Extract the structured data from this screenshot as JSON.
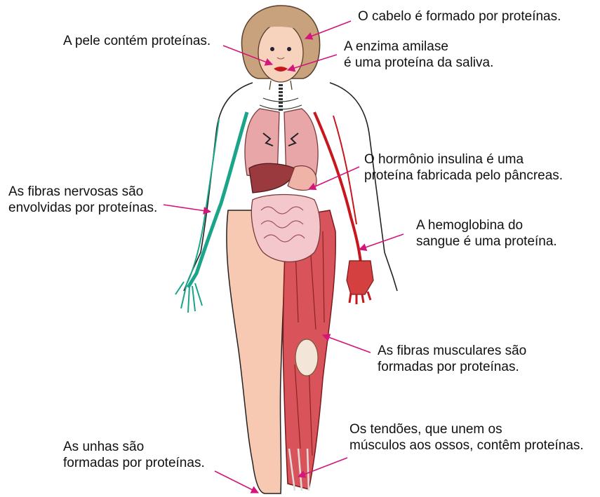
{
  "labels": {
    "hair": {
      "lines": [
        "O cabelo é formado por proteínas."
      ]
    },
    "skin": {
      "lines": [
        "A pele contém proteínas."
      ]
    },
    "amylase": {
      "lines": [
        "A enzima amilase",
        "é uma proteína da saliva."
      ]
    },
    "insulin": {
      "lines": [
        "O hormônio insulina é uma",
        "proteína fabricada pelo pâncreas."
      ]
    },
    "nerves": {
      "lines": [
        "As fibras nervosas são",
        "envolvidas por proteínas."
      ]
    },
    "hemoglobin": {
      "lines": [
        "A hemoglobina do",
        "sangue é uma proteína."
      ]
    },
    "muscles": {
      "lines": [
        "As fibras musculares são",
        "formadas por proteínas."
      ]
    },
    "tendons": {
      "lines": [
        "Os tendões, que unem os",
        "músculos aos ossos, contêm proteínas."
      ]
    },
    "nails": {
      "lines": [
        "As unhas são",
        "formadas por proteínas."
      ]
    }
  },
  "colors": {
    "arrow": "#d4157a",
    "skin": "#f7c9b2",
    "muscle": "#d9535a",
    "nerve": "#1aa58a",
    "vessel": "#c8161d",
    "organ": "#e8a0a0",
    "hair": "#c7a27c"
  }
}
